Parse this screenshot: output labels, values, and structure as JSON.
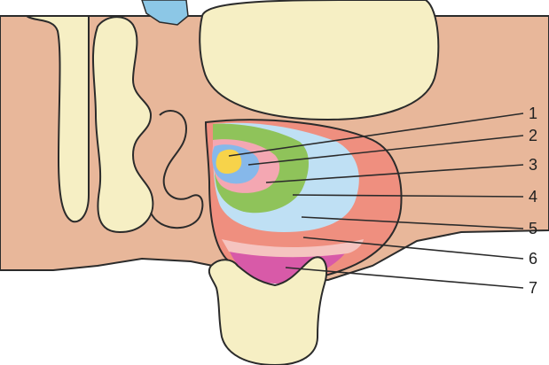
{
  "diagram": {
    "callouts": [
      {
        "id": 1,
        "label": "1"
      },
      {
        "id": 2,
        "label": "2"
      },
      {
        "id": 3,
        "label": "3"
      },
      {
        "id": 4,
        "label": "4"
      },
      {
        "id": 5,
        "label": "5"
      },
      {
        "id": 6,
        "label": "6"
      },
      {
        "id": 7,
        "label": "7"
      }
    ],
    "colors": {
      "tissue": "#e8b79a",
      "tissue_dark": "#c99780",
      "bone": "#f6efc4",
      "outline": "#2b2b2b",
      "zone_yellow": "#f7d34a",
      "zone_blue": "#86b8ea",
      "zone_pink": "#f4a7b2",
      "zone_green": "#8fc35a",
      "zone_lightblue": "#bfe0f4",
      "zone_red": "#ef8f7f",
      "zone_magenta": "#d85aa8",
      "top_blue": "#8cc7e6"
    }
  }
}
